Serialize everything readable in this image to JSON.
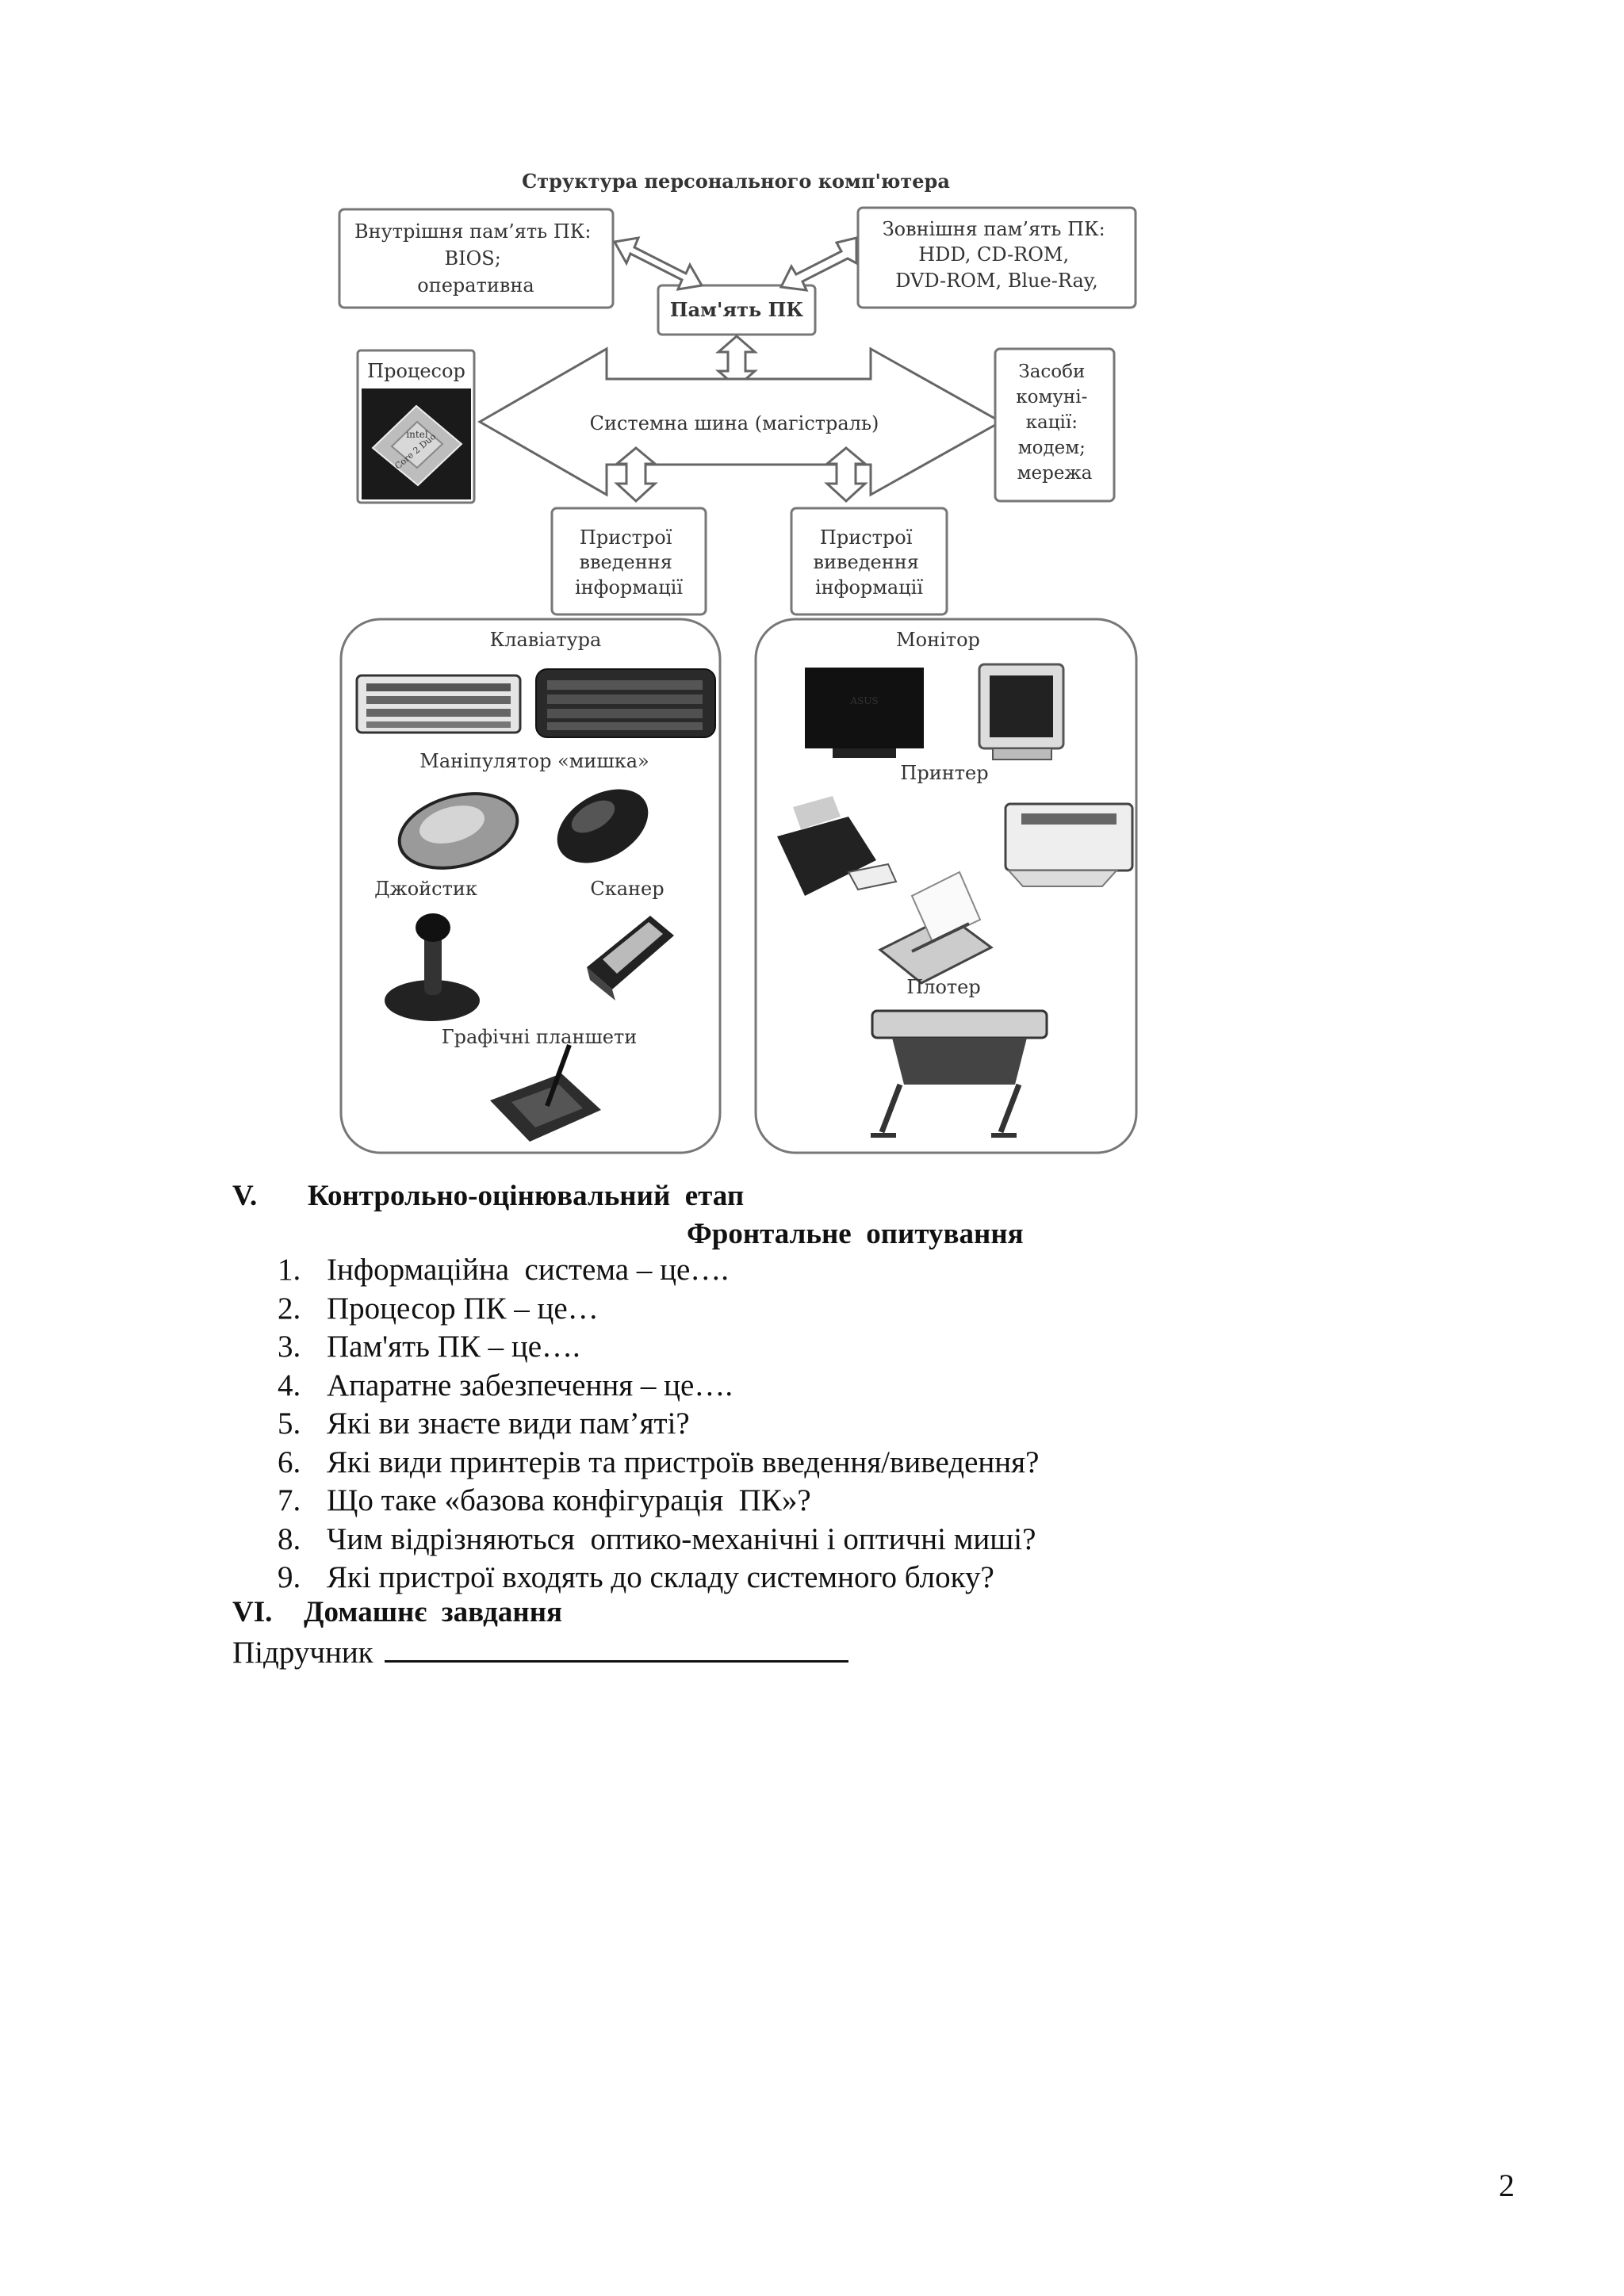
{
  "diagram": {
    "title": "Структура персонального комп'ютера",
    "internal_memory": [
      "Внутрішня пам’ять ПК:",
      "BIOS;",
      "оперативна"
    ],
    "external_memory": [
      "Зовнішня пам’ять ПК:",
      "HDD, CD-ROM,",
      "DVD-ROM, Blue-Ray,"
    ],
    "memory": "Пам'ять ПК",
    "processor": "Процесор",
    "chip_brand": "intel",
    "chip_model": "Core 2 Duo",
    "system_bus": "Системна шина (магістраль)",
    "communication": [
      "Засоби",
      "комуні-",
      "кації:",
      "модем;",
      "мережа"
    ],
    "input_devices": [
      "Пристрої",
      "введення",
      "інформації"
    ],
    "output_devices": [
      "Пристрої",
      "виведення",
      "інформації"
    ],
    "input_group": {
      "keyboard": "Клавіатура",
      "mouse": "Маніпулятор «мишка»",
      "joystick": "Джойстик",
      "scanner": "Сканер",
      "tablets": "Графічні планшети"
    },
    "output_group": {
      "monitor": "Монітор",
      "monitor_brand": "ASUS",
      "printer": "Принтер",
      "plotter": "Плотер"
    }
  },
  "section5": {
    "num": "V.",
    "title": "Контрольно-оцінювальний  етап"
  },
  "subheading": "Фронтальне  опитування",
  "questions": [
    {
      "num": "1.",
      "text": "Інформаційна  система – це…."
    },
    {
      "num": "2.",
      "text": "Процесор ПК – це…"
    },
    {
      "num": "3.",
      "text": "Пам'ять ПК – це…."
    },
    {
      "num": "4.",
      "text": "Апаратне забезпечення – це…."
    },
    {
      "num": "5.",
      "text": "Які ви знаєте види пам’яті?"
    },
    {
      "num": "6.",
      "text": "Які види принтерів та пристроїв введення/виведення?"
    },
    {
      "num": "7.",
      "text": "Що таке «базова конфігурація  ПК»?"
    },
    {
      "num": "8.",
      "text": "Чим відрізняються  оптико-механічні і оптичні миші?"
    },
    {
      "num": "9.",
      "text": "Які пристрої входять до складу системного блоку?"
    }
  ],
  "section6": {
    "num": "VI.",
    "title": "Домашнє  завдання"
  },
  "homework": {
    "label": "Підручник"
  },
  "page_number": "2"
}
